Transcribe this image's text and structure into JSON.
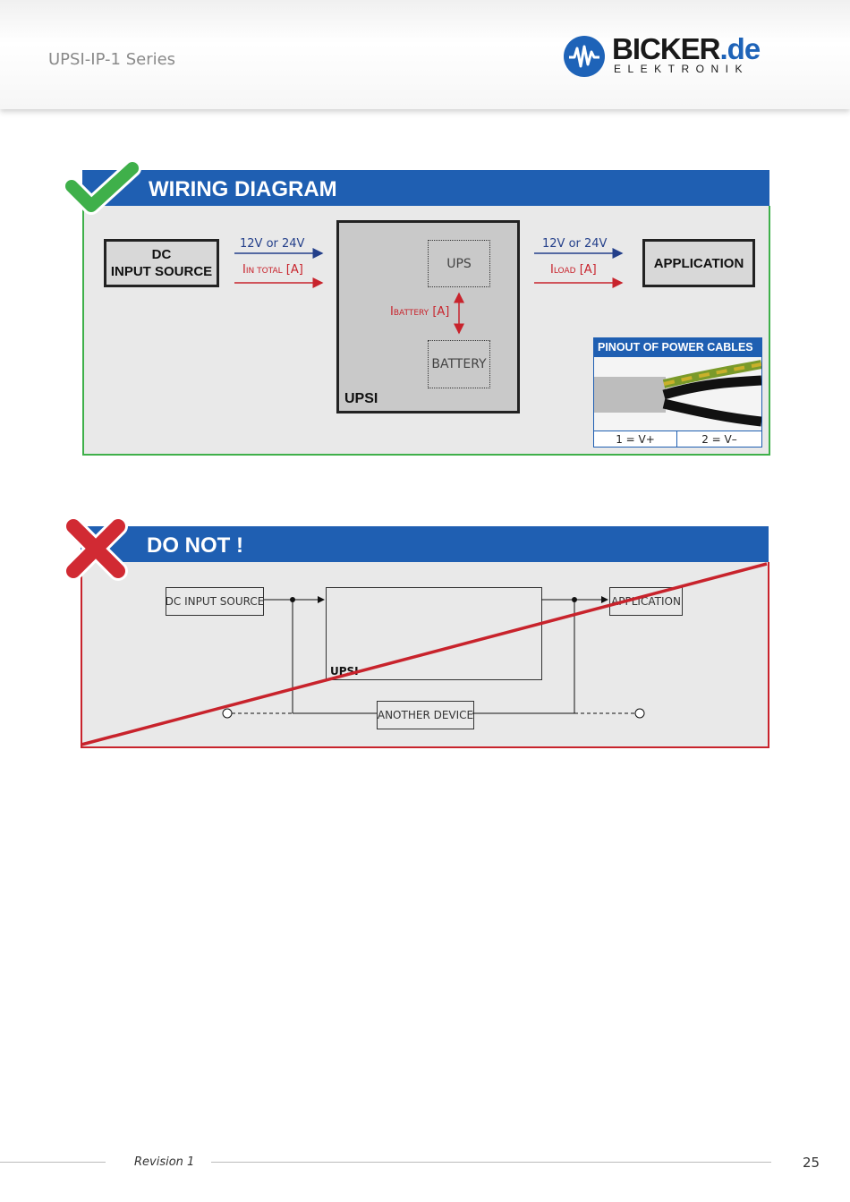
{
  "header": {
    "series_title": "UPSI-IP-1 Series",
    "logo_main": "BICKER",
    "logo_domain": ".de",
    "logo_sub": "ELEKTRONIK"
  },
  "wiring": {
    "title": "WIRING DIAGRAM",
    "dc_source_line1": "DC",
    "dc_source_line2": "INPUT SOURCE",
    "input_voltage": "12V or 24V",
    "input_current_sym": "I",
    "input_current_sub": "IN TOTAL",
    "input_current_unit": "[A]",
    "ups_label": "UPS",
    "battery_label": "BATTERY",
    "battery_current_sym": "I",
    "battery_current_sub": "BATTERY",
    "battery_current_unit": "[A]",
    "upsi_label": "UPSI",
    "output_voltage": "12V or 24V",
    "load_current_sym": "I",
    "load_current_sub": "LOAD",
    "load_current_unit": "[A]",
    "application_label": "APPLICATION",
    "pinout_title": "PINOUT OF POWER CABLES",
    "pin1": "1 = V+",
    "pin2": "2 = V–",
    "accent_blue": "#1f5fb2",
    "ok_green": "#3fb04a"
  },
  "donot": {
    "title": "DO NOT !",
    "dc_source": "DC INPUT SOURCE",
    "upsi_label": "UPSI",
    "application": "APPLICATION",
    "another_device": "ANOTHER DEVICE",
    "alert_red": "#c8232c"
  },
  "footer": {
    "revision": "Revision 1",
    "page_number": "25"
  }
}
